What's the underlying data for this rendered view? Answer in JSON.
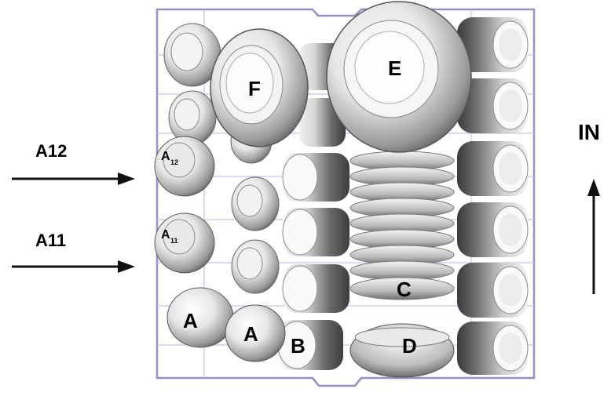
{
  "labels": {
    "a12": "A12",
    "a11": "A11",
    "in": "IN",
    "e": "E",
    "f": "F",
    "c": "C",
    "d": "D",
    "b": "B",
    "a_left": "A",
    "a_right": "A",
    "a12_small_main": "A",
    "a12_small_sub": "12",
    "a11_small_main": "A",
    "a11_small_sub": "11"
  },
  "colors": {
    "rack": "#9b8cc2",
    "dish_light": "#fbfbfb",
    "dish_mid": "#cfcfcf",
    "dish_dark": "#5e5e5e",
    "arrow": "#111111"
  }
}
